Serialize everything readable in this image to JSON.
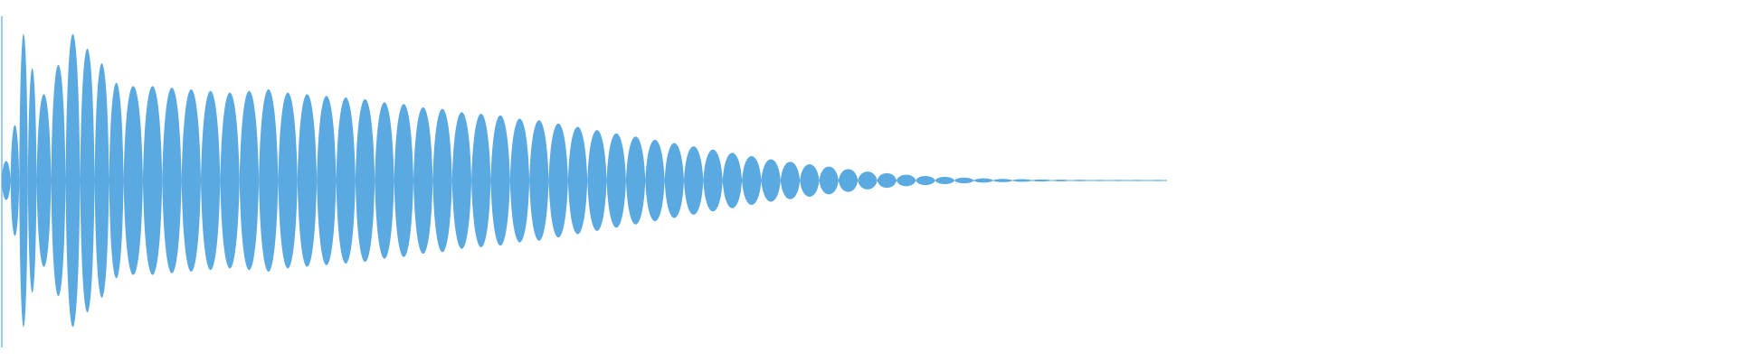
{
  "waveform": {
    "color": "#5ba9e1",
    "background": "#ffffff",
    "lobes": [
      0.12,
      0.34,
      0.9,
      0.69,
      0.53,
      0.71,
      0.9,
      0.81,
      0.72,
      0.6,
      0.58,
      0.58,
      0.57,
      0.56,
      0.55,
      0.54,
      0.55,
      0.56,
      0.54,
      0.53,
      0.52,
      0.51,
      0.5,
      0.48,
      0.47,
      0.45,
      0.44,
      0.42,
      0.41,
      0.4,
      0.38,
      0.37,
      0.35,
      0.33,
      0.31,
      0.29,
      0.27,
      0.25,
      0.23,
      0.21,
      0.19,
      0.17,
      0.15,
      0.13,
      0.115,
      0.1,
      0.085,
      0.07,
      0.055,
      0.045,
      0.035,
      0.028,
      0.022,
      0.017,
      0.013,
      0.01,
      0.008,
      0.006,
      0.005,
      0.004,
      0.003,
      0.002,
      0.002,
      0.001
    ]
  }
}
